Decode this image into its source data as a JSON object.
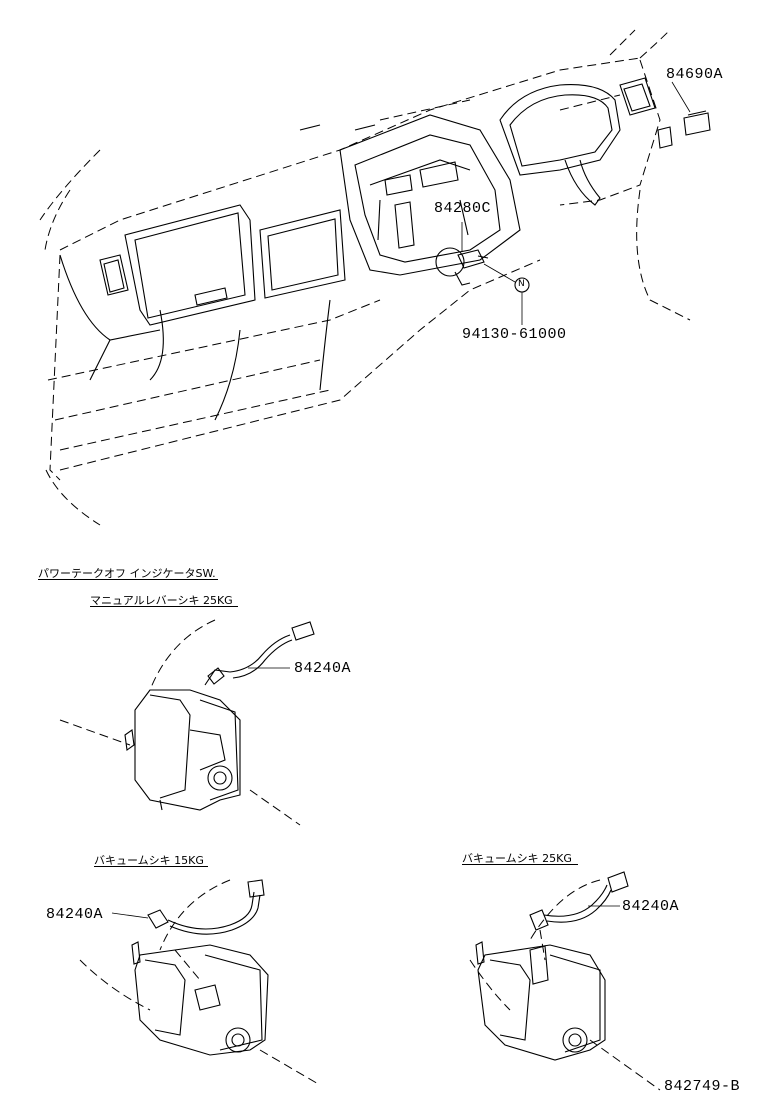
{
  "diagram": {
    "labels": {
      "part_84690A": "84690A",
      "part_84280C": "84280C",
      "part_94130": "94130-61000",
      "part_84240A_1": "84240A",
      "part_84240A_2": "84240A",
      "part_84240A_3": "84240A",
      "drawing_number": "842749-B",
      "n_marker": "N"
    },
    "captions": {
      "section_title": "パワーテークオフ インジケータSW.",
      "manual_lever": "マニュアルレバーシキ 25KG",
      "vacuum_15": "バキュームシキ 15KG",
      "vacuum_25": "バキュームシキ 25KG"
    }
  }
}
